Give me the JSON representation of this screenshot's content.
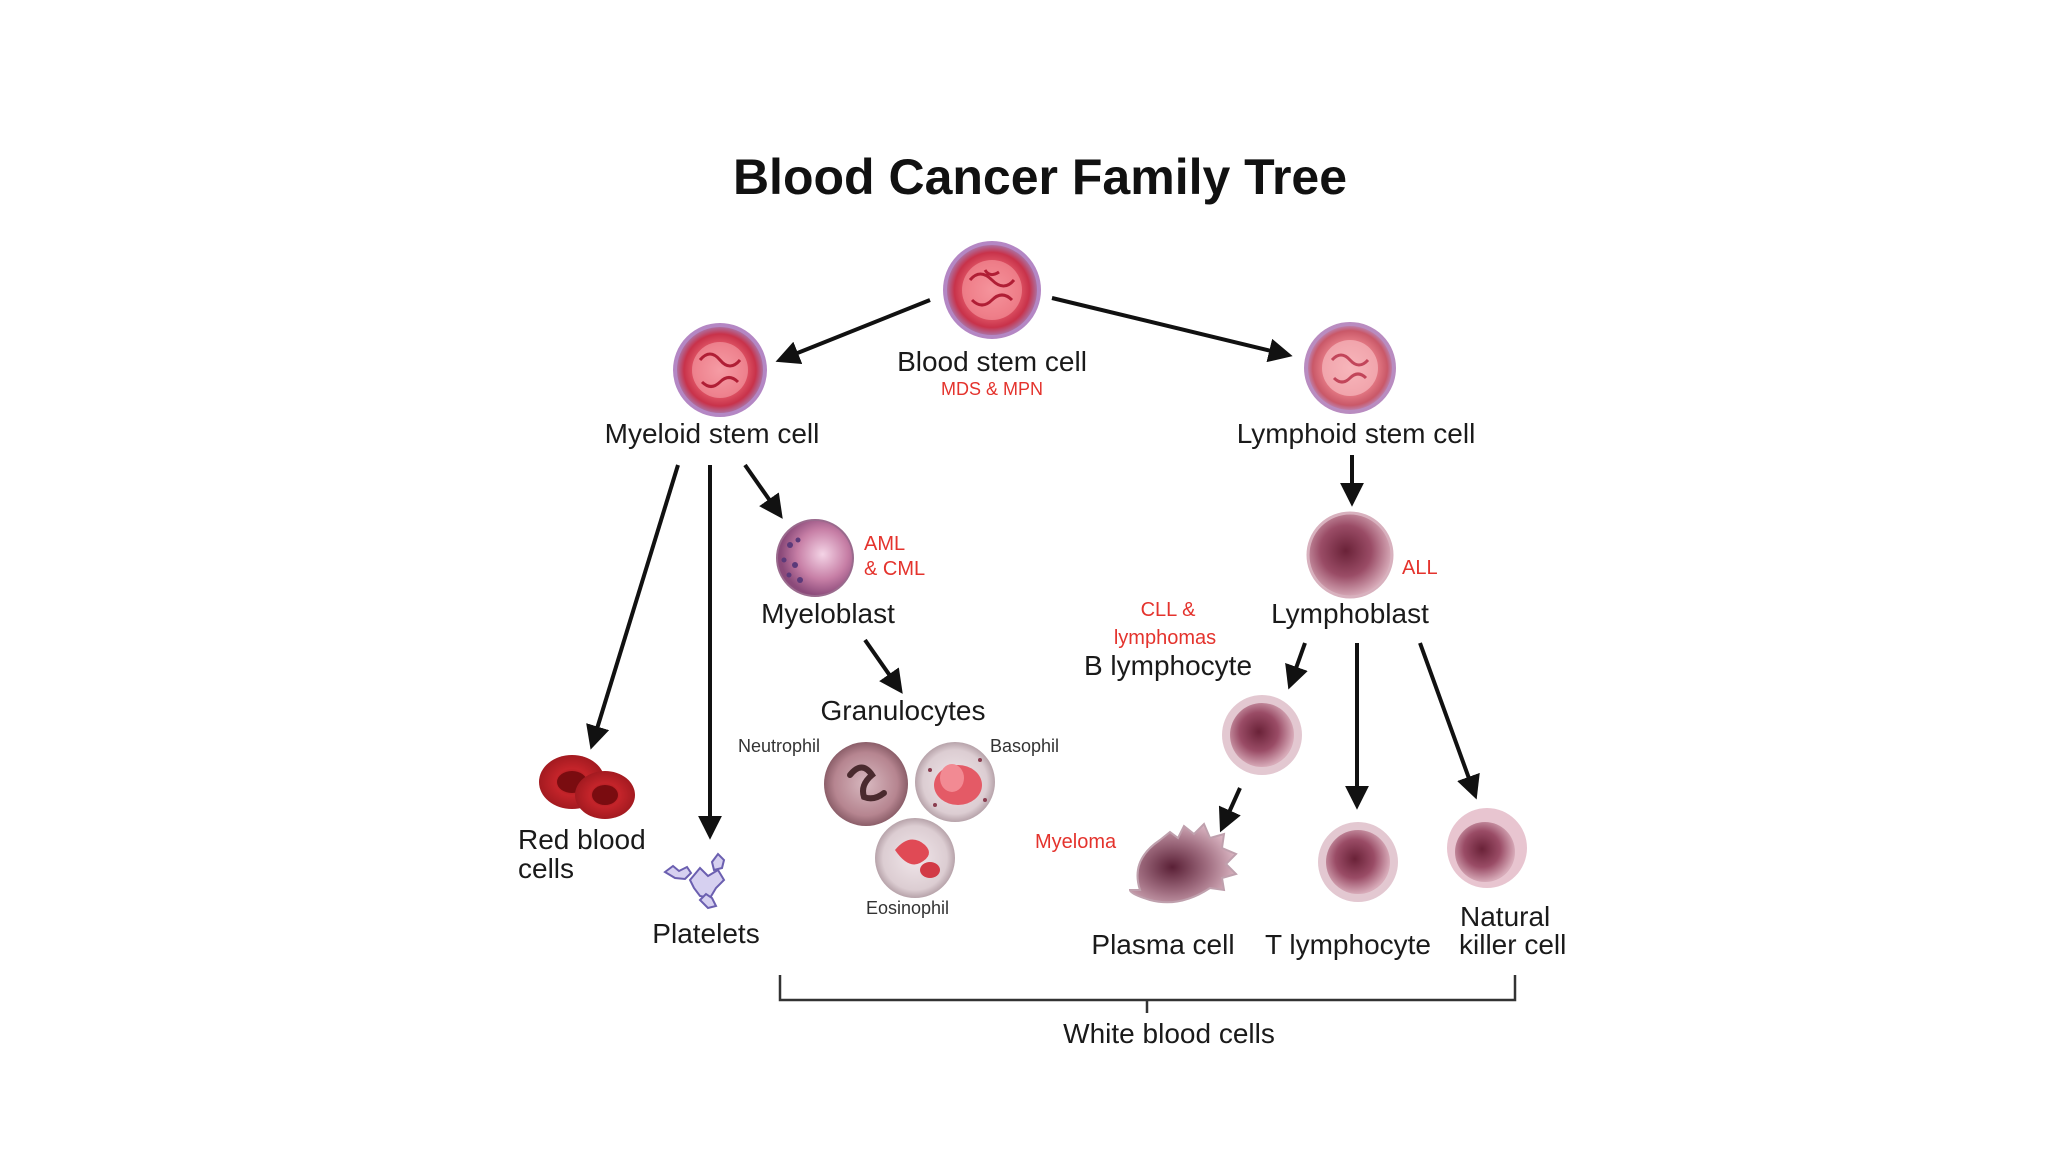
{
  "title": "Blood Cancer Family Tree",
  "nodes": {
    "blood_stem_cell": {
      "label": "Blood stem cell",
      "disease": "MDS & MPN"
    },
    "myeloid_stem_cell": {
      "label": "Myeloid stem cell"
    },
    "lymphoid_stem_cell": {
      "label": "Lymphoid stem cell"
    },
    "myeloblast": {
      "label": "Myeloblast",
      "disease_line1": "AML",
      "disease_line2": "& CML"
    },
    "lymphoblast": {
      "label": "Lymphoblast",
      "disease": "ALL"
    },
    "granulocytes": {
      "label": "Granulocytes",
      "neutrophil": "Neutrophil",
      "basophil": "Basophil",
      "eosinophil": "Eosinophil"
    },
    "red_blood_cells": {
      "label_line1": "Red blood",
      "label_line2": "cells"
    },
    "platelets": {
      "label": "Platelets"
    },
    "b_lymphocyte": {
      "label": "B lymphocyte",
      "disease_line1": "CLL &",
      "disease_line2": "lymphomas"
    },
    "plasma_cell": {
      "label": "Plasma cell",
      "disease": "Myeloma"
    },
    "t_lymphocyte": {
      "label": "T lymphocyte"
    },
    "natural_killer_cell": {
      "label_line1": "Natural",
      "label_line2": "killer cell"
    }
  },
  "bracket": {
    "label": "White blood cells"
  },
  "colors": {
    "accent_red": "#e4332d",
    "arrow": "#111111",
    "stem_cell": "#c8324a",
    "lymph_cell": "#8a3a56"
  }
}
